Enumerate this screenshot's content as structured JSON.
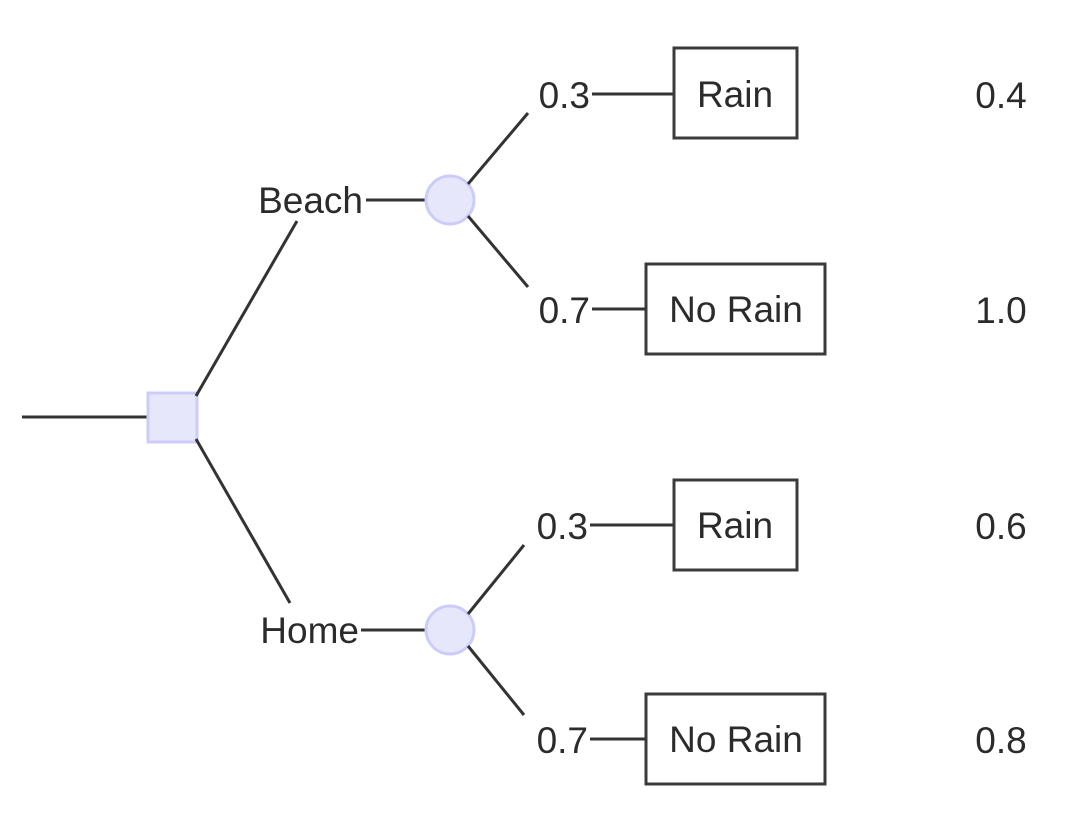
{
  "diagram": {
    "type": "decision-tree",
    "background_color": "#ffffff",
    "line_color": "#333333",
    "node_fill": "#e7e7fb",
    "node_stroke": "#ccccfa",
    "box_stroke": "#3b3b3b",
    "text_color": "#2b2b2b",
    "root": {
      "node_kind": "decision",
      "shape": "square"
    },
    "branches": [
      {
        "label": "Beach",
        "chance_node_kind": "chance",
        "outcomes": [
          {
            "probability": "0.3",
            "label": "Rain",
            "payoff": "0.4"
          },
          {
            "probability": "0.7",
            "label": "No Rain",
            "payoff": "1.0"
          }
        ]
      },
      {
        "label": "Home",
        "chance_node_kind": "chance",
        "outcomes": [
          {
            "probability": "0.3",
            "label": "Rain",
            "payoff": "0.6"
          },
          {
            "probability": "0.7",
            "label": "No Rain",
            "payoff": "0.8"
          }
        ]
      }
    ]
  }
}
